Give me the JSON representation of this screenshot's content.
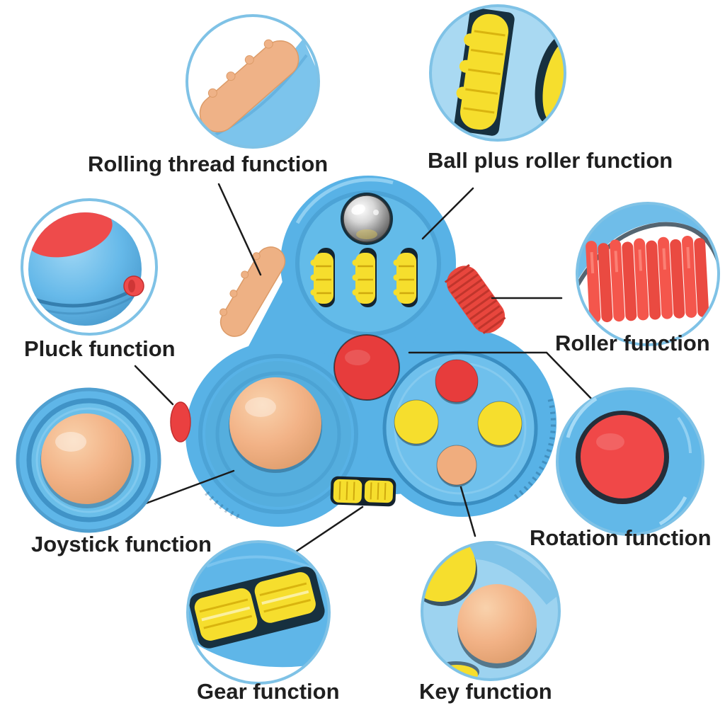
{
  "page": {
    "kind": "product feature callout diagram",
    "background": "#ffffff",
    "text_color": "#1f1f1f",
    "leader_line_color": "#1b1b1b",
    "callout_ring_color": "#7fc2e6"
  },
  "colors": {
    "body_blue": "#58b2e6",
    "body_blue_light": "#7cc4ec",
    "body_blue_dark": "#3d90c4",
    "callout_bg_blue": "#a9d9f2",
    "yellow": "#f6de2d",
    "yellow_dark": "#cfa90e",
    "red": "#e73c3c",
    "red_coral": "#f4564c",
    "peach": "#f2b286",
    "slot_dark": "#17303f",
    "chrome_gray": "#9a9a9a"
  },
  "features": [
    {
      "id": "rolling-thread",
      "label": "Rolling thread function",
      "icon": "thread-strip-closeup"
    },
    {
      "id": "ball-roller",
      "label": "Ball plus roller function",
      "icon": "yellow-roller-closeup"
    },
    {
      "id": "pluck",
      "label": "Pluck function",
      "icon": "pluck-button-closeup"
    },
    {
      "id": "roller",
      "label": "Roller function",
      "icon": "red-ribbed-roller-closeup"
    },
    {
      "id": "joystick",
      "label": "Joystick function",
      "icon": "joystick-pad-closeup"
    },
    {
      "id": "rotation",
      "label": "Rotation function",
      "icon": "rotating-red-disc-closeup"
    },
    {
      "id": "gear",
      "label": "Gear function",
      "icon": "yellow-gears-closeup"
    },
    {
      "id": "key",
      "label": "Key function",
      "icon": "key-buttons-closeup"
    }
  ]
}
